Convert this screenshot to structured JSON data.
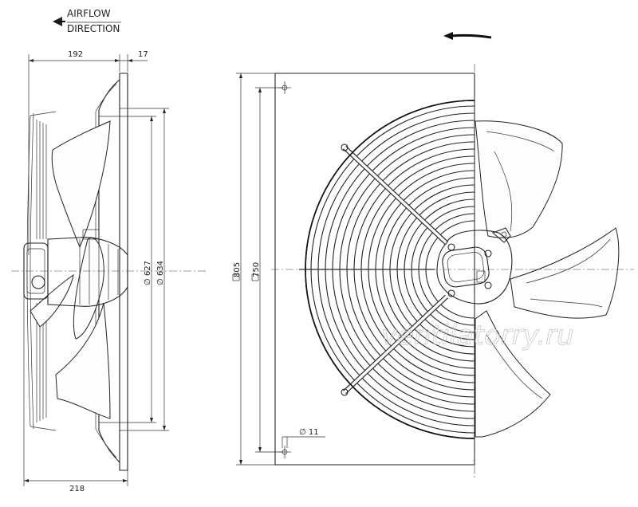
{
  "header": {
    "airflow_line1": "AIRFLOW",
    "airflow_line2": "DIRECTION"
  },
  "side_view": {
    "dim_top_width": "192",
    "dim_flange": "17",
    "dim_bottom_width": "218",
    "dim_ring_inner": "∅ 627",
    "dim_ring_outer": "∅ 634"
  },
  "front_view": {
    "dim_plate": "805",
    "dim_holes": "750",
    "dim_hole_diameter": "∅ 11"
  },
  "watermark": "ventilatorry.ru"
}
